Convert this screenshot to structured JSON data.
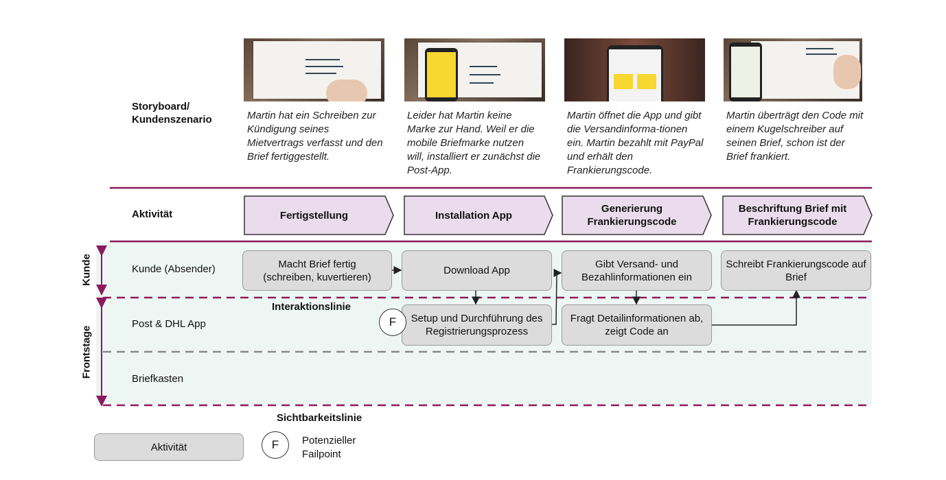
{
  "storyboard": {
    "label_line1": "Storyboard/",
    "label_line2": "Kundenszenario",
    "captions": [
      "Martin hat ein Schreiben zur Kündigung seines Mietvertrags verfasst und den Brief fertiggestellt.",
      "Leider hat Martin keine Marke zur Hand. Weil er die mobile Briefmarke nutzen will, installiert er zunächst die Post-App.",
      "Martin öffnet die App und gibt die Versandinforma-tionen ein. Martin bezahlt mit PayPal und erhält den Frankierungscode.",
      "Martin überträgt den Code mit einem Kugelschreiber auf seinen Brief, schon ist der Brief frankiert."
    ]
  },
  "activity": {
    "label": "Aktivität",
    "steps": [
      "Fertigstellung",
      "Installation App",
      "Generierung Frankierungscode",
      "Beschriftung Brief mit Frankierungscode"
    ]
  },
  "lanes": {
    "kunde_group": "Kunde",
    "frontstage_group": "Frontstage",
    "kunde": "Kunde (Absender)",
    "app": "Post & DHL App",
    "briefkasten": "Briefkasten"
  },
  "kunde_boxes": [
    "Macht Brief fertig (schreiben, kuvertieren)",
    "Download App",
    "Gibt Versand- und Bezahlinformationen ein",
    "Schreibt Frankierungscode auf Brief"
  ],
  "app_boxes": [
    "Setup und Durchführung des Registrierungsprozess",
    "Fragt Detailinformationen ab, zeigt Code an"
  ],
  "lines": {
    "interaction": "Interaktionslinie",
    "visibility": "Sichtbarkeitslinie"
  },
  "failpoint_marker": "F",
  "legend": {
    "activity": "Aktivität",
    "failpoint_symbol": "F",
    "failpoint_line1": "Potenzieller",
    "failpoint_line2": "Failpoint"
  },
  "colors": {
    "accent": "#8b1a5e",
    "chevron_fill": "#eadcec",
    "lane_bg": "#eef6f3",
    "box_fill": "#dcdcdc"
  }
}
